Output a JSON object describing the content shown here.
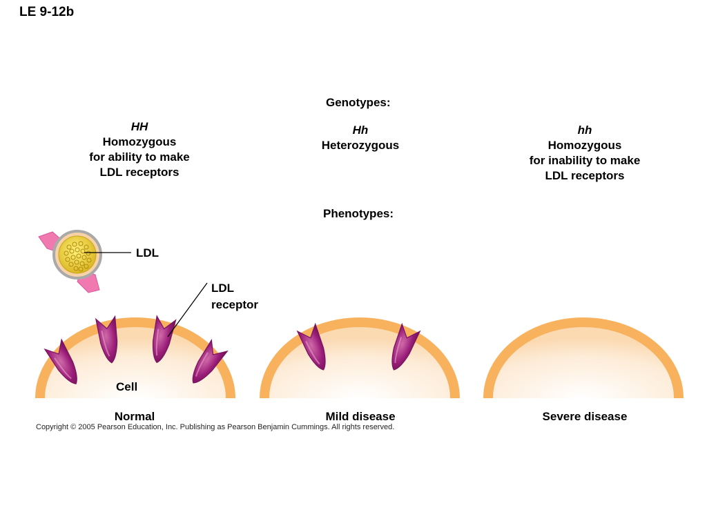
{
  "title": "LE 9-12b",
  "genotypes_heading": "Genotypes:",
  "phenotypes_heading": "Phenotypes:",
  "genotypes": [
    {
      "symbol": "HH",
      "lines": [
        "Homozygous",
        "for ability to make",
        "LDL receptors"
      ]
    },
    {
      "symbol": "Hh",
      "lines": [
        "Heterozygous"
      ]
    },
    {
      "symbol": "hh",
      "lines": [
        "Homozygous",
        "for inability to make",
        "LDL receptors"
      ]
    }
  ],
  "labels": {
    "ldl": "LDL",
    "ldl_receptor_line1": "LDL",
    "ldl_receptor_line2": "receptor",
    "cell": "Cell"
  },
  "phenotypes": [
    "Normal",
    "Mild disease",
    "Severe disease"
  ],
  "copyright": "Copyright © 2005 Pearson Education, Inc. Publishing as Pearson Benjamin Cummings. All rights reserved.",
  "colors": {
    "cell_membrane": "#f8b25e",
    "cell_fill": "#fde6cc",
    "receptor": "#9b1f7a",
    "receptor_highlight": "#c8559f",
    "ldl_protein": "#f07ab0",
    "ldl_core": "#e8d43a"
  }
}
